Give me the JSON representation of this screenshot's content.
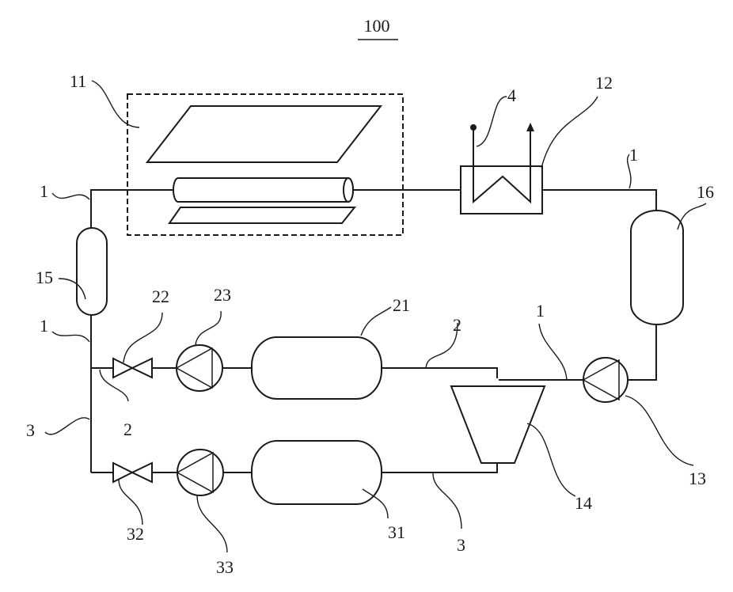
{
  "figure": {
    "title": "100",
    "colors": {
      "line": "#1a1a1a",
      "background": "#ffffff"
    }
  },
  "components": {
    "solar_collector": {
      "ref": "11",
      "kind": "dashed-enclosure-with-collector-plates-and-absorber-tube"
    },
    "heat_exchanger": {
      "ref": "12",
      "kind": "heat-exchanger-box-with-coil"
    },
    "heating_medium": {
      "ref": "4"
    },
    "main_pump": {
      "ref": "13",
      "kind": "pump"
    },
    "separator": {
      "ref": "14",
      "kind": "cyclone-separator"
    },
    "top_left_tank": {
      "ref": "15",
      "kind": "vertical-vessel"
    },
    "right_tank": {
      "ref": "16",
      "kind": "vertical-vessel"
    },
    "branch2_tank": {
      "ref": "21",
      "kind": "horizontal-vessel"
    },
    "branch2_valve": {
      "ref": "22",
      "kind": "valve"
    },
    "branch2_pump": {
      "ref": "23",
      "kind": "pump"
    },
    "branch3_tank": {
      "ref": "31",
      "kind": "horizontal-vessel"
    },
    "branch3_valve": {
      "ref": "32",
      "kind": "valve"
    },
    "branch3_pump": {
      "ref": "33",
      "kind": "pump"
    }
  },
  "labels": {
    "l11": "11",
    "l1_topleft": "1",
    "l15": "15",
    "l1_midleft": "1",
    "l3_left": "3",
    "l22": "22",
    "l23": "23",
    "l2_left": "2",
    "l21": "21",
    "l2_mid": "2",
    "l1_mid": "1",
    "l4": "4",
    "l12": "12",
    "l1_right": "1",
    "l16": "16",
    "l13": "13",
    "l14": "14",
    "l32": "32",
    "l33": "33",
    "l31": "31",
    "l3_bottom": "3"
  }
}
